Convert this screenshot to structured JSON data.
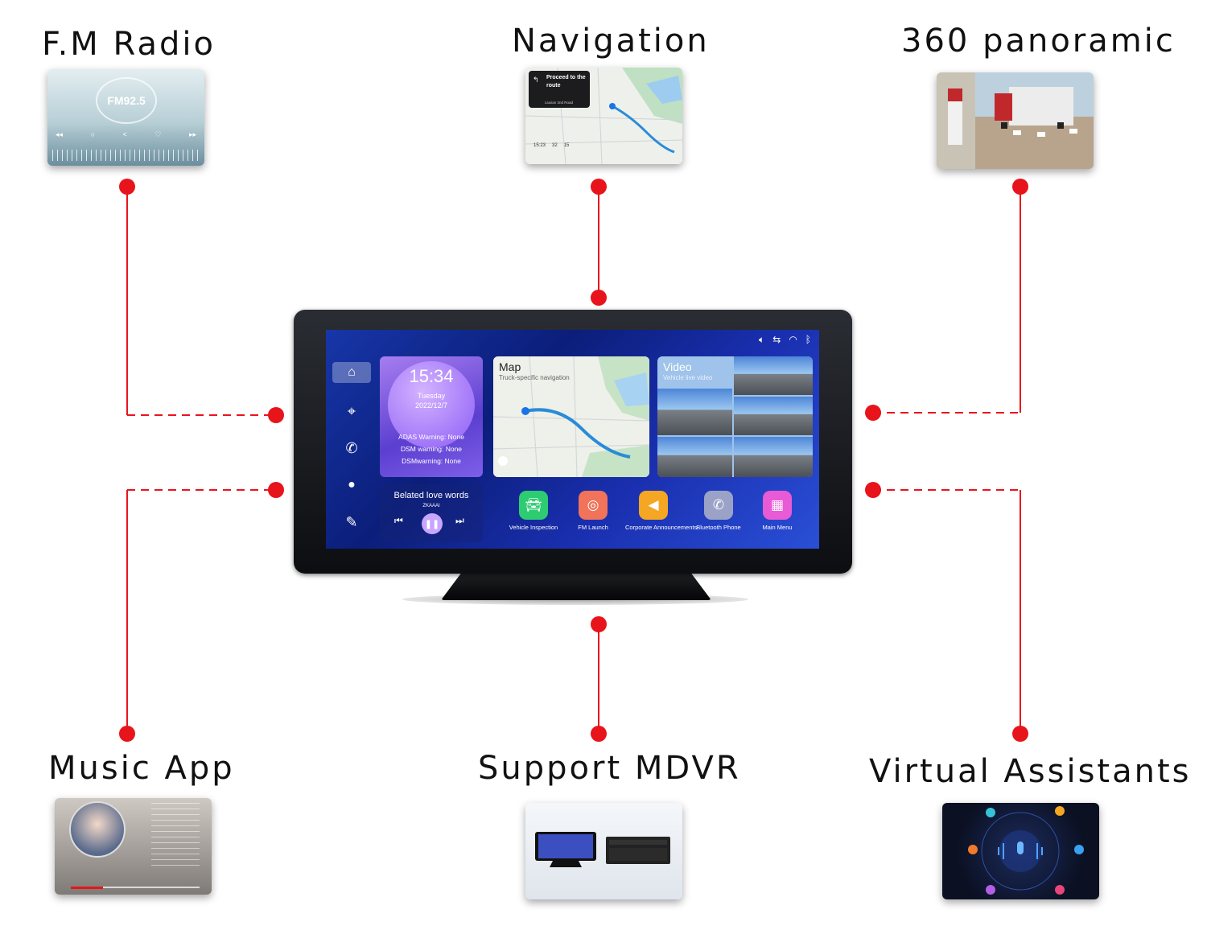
{
  "features": {
    "fm_radio": {
      "title": "F.M Radio",
      "freq": "FM92.5"
    },
    "navigation": {
      "title": "Navigation",
      "instruction": "Proceed to the route",
      "road": "Liuxian 2nd Road",
      "time": "15:23",
      "minutes": "32",
      "km": "15"
    },
    "panoramic": {
      "title": "360 panoramic"
    },
    "music": {
      "title": "Music App"
    },
    "mdvr": {
      "title": "Support MDVR"
    },
    "assistants": {
      "title": "Virtual Assistants"
    }
  },
  "screen": {
    "status_icons": [
      "volume-icon",
      "usb-icon",
      "wifi-icon",
      "bluetooth-icon"
    ],
    "clock": {
      "time": "15:34",
      "day": "Tuesday",
      "date": "2022/12/7",
      "warnings": [
        "ADAS Warning: None",
        "DSM warning: None",
        "DSMwarning: None"
      ]
    },
    "map": {
      "title": "Map",
      "subtitle": "Truck-specific navigation"
    },
    "video": {
      "title": "Video",
      "subtitle": "Vehicle live video"
    },
    "music": {
      "title": "Belated love words",
      "artist": "ZKAAAI"
    },
    "apps": [
      {
        "label": "Vehicle Inspection",
        "icon": "car-icon",
        "color": "#2ecc71"
      },
      {
        "label": "FM Launch",
        "icon": "radio-icon",
        "color": "#f0735a"
      },
      {
        "label": "Corporate Announcements",
        "icon": "speaker-icon",
        "color": "#f5a623"
      },
      {
        "label": "Bluetooth Phone",
        "icon": "phone-icon",
        "color": "#9aa3c7"
      },
      {
        "label": "Main Menu",
        "icon": "grid-icon",
        "color": "#e85ad6"
      }
    ]
  },
  "colors": {
    "accent": "#e8141b"
  }
}
